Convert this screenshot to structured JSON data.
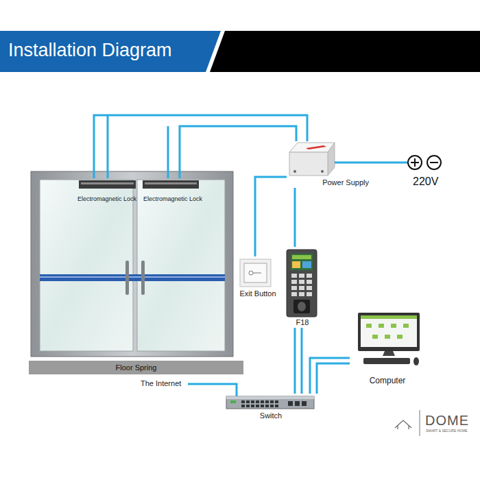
{
  "diagram": {
    "title": "Installation Diagram",
    "nodes": [
      {
        "text": [
          "Electromagnetic Lock"
        ]
      },
      {
        "text": [
          "Electromagnetic Lock"
        ]
      },
      {
        "text": [
          "Power Supply"
        ]
      },
      {
        "text": [
          "Exit Button"
        ]
      },
      {
        "text": [
          "F18"
        ]
      },
      {
        "text": [
          "Computer"
        ]
      },
      {
        "text": [
          "Floor Spring"
        ]
      },
      {
        "text": [
          "Switch"
        ]
      }
    ],
    "edges": [
      {
        "from": 0,
        "to": 2,
        "arrow": "none"
      },
      {
        "from": 1,
        "to": 2,
        "arrow": "none"
      },
      {
        "from": 3,
        "to": 2,
        "arrow": "none"
      },
      {
        "from": 4,
        "to": 2,
        "arrow": "none"
      },
      {
        "from": 4,
        "to": 7,
        "arrow": "none"
      },
      {
        "from": 5,
        "to": 7,
        "arrow": "none"
      }
    ],
    "labels": [
      "220V",
      "The Internet",
      "DOME",
      "SMART & SECURE HOME"
    ]
  }
}
